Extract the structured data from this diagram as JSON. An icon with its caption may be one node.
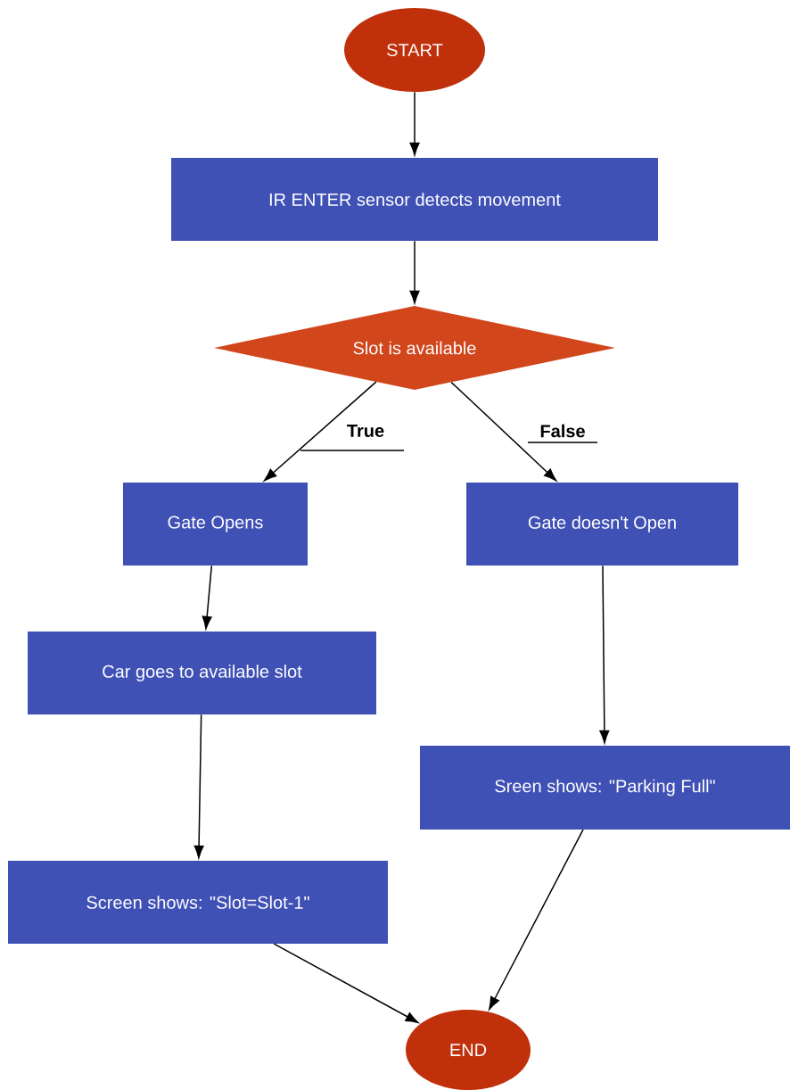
{
  "diagram": {
    "nodes": [
      {
        "text": [
          "START"
        ]
      },
      {
        "text": [
          "IR ENTER sensor detects movement"
        ]
      },
      {
        "text": [
          "Slot is available"
        ]
      },
      {
        "text": [
          "Gate Opens"
        ]
      },
      {
        "text": [
          "Gate doesn't Open"
        ]
      },
      {
        "text": [
          "Car goes to available slot"
        ]
      },
      {
        "text": [
          "Screen shows: \"Slot=Slot-1\""
        ]
      },
      {
        "text": [
          "Sreen shows: \"Parking Full\""
        ]
      },
      {
        "text": [
          "END"
        ]
      }
    ],
    "edges": [
      {
        "from": 0,
        "to": 1,
        "arrow": "to"
      },
      {
        "from": 1,
        "to": 2,
        "arrow": "to"
      },
      {
        "from": 2,
        "to": 3,
        "arrow": "to",
        "label": "True"
      },
      {
        "from": 2,
        "to": 4,
        "arrow": "to",
        "label": "False"
      },
      {
        "from": 3,
        "to": 5,
        "arrow": "to"
      },
      {
        "from": 5,
        "to": 6,
        "arrow": "to"
      },
      {
        "from": 4,
        "to": 7,
        "arrow": "to"
      },
      {
        "from": 6,
        "to": 8,
        "arrow": "to"
      },
      {
        "from": 7,
        "to": 8,
        "arrow": "to"
      }
    ]
  }
}
